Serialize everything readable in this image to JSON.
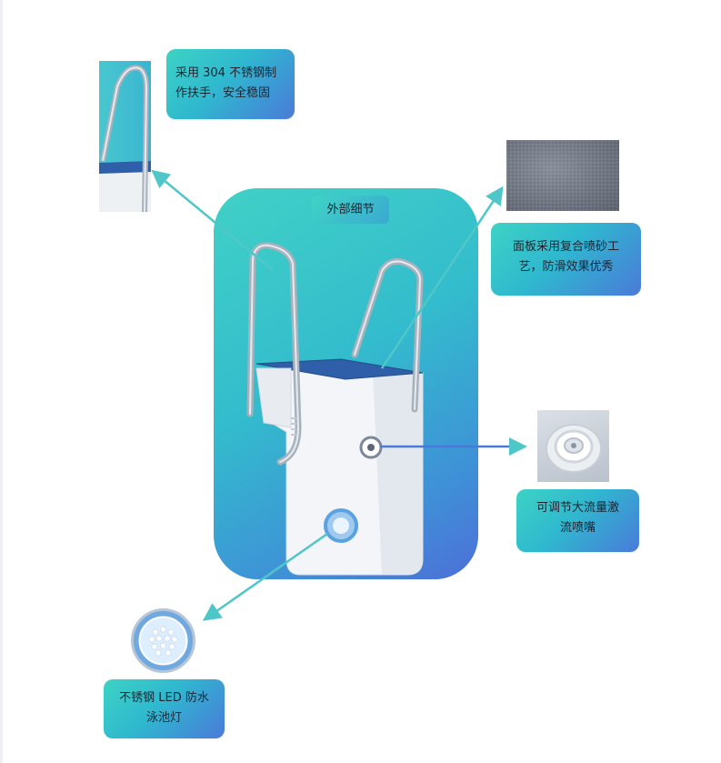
{
  "callouts": {
    "handrail": {
      "line1": "采用 304 不锈钢制",
      "line2": "作扶手，安全稳固"
    },
    "panel": {
      "line1": "面板采用复合喷砂工",
      "line2": "艺，防滑效果优秀"
    },
    "nozzle": {
      "line1": "可调节大流量激",
      "line2": "流喷嘴"
    },
    "light": {
      "line1": "不锈钢 LED 防水",
      "line2": "泳池灯"
    }
  },
  "main": {
    "title": "外部细节"
  },
  "colors": {
    "accent_teal": "#3dd3c4",
    "accent_blue": "#4a7ad9",
    "arrow": "#4fc7c8",
    "panel_blue": "#2e5fa8",
    "body_white": "#f4f6f8"
  },
  "icons": {
    "handrail": "handrail-thumbnail",
    "texture": "sandblast-texture-thumbnail",
    "nozzle": "jet-nozzle-thumbnail",
    "light": "led-pool-light-thumbnail"
  }
}
